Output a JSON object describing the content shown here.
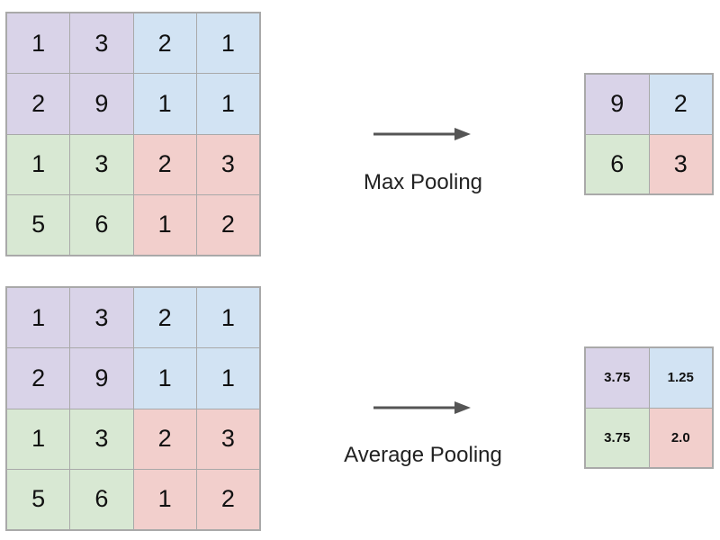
{
  "max_pooling": {
    "label": "Max Pooling",
    "input": [
      [
        "1",
        "3",
        "2",
        "1"
      ],
      [
        "2",
        "9",
        "1",
        "1"
      ],
      [
        "1",
        "3",
        "2",
        "3"
      ],
      [
        "5",
        "6",
        "1",
        "2"
      ]
    ],
    "output": [
      [
        "9",
        "2"
      ],
      [
        "6",
        "3"
      ]
    ]
  },
  "average_pooling": {
    "label": "Average Pooling",
    "input": [
      [
        "1",
        "3",
        "2",
        "1"
      ],
      [
        "2",
        "9",
        "1",
        "1"
      ],
      [
        "1",
        "3",
        "2",
        "3"
      ],
      [
        "5",
        "6",
        "1",
        "2"
      ]
    ],
    "output": [
      [
        "3.75",
        "1.25"
      ],
      [
        "3.75",
        "2.0"
      ]
    ]
  },
  "colors": {
    "top_left": "#d9d3e8",
    "top_right": "#d2e3f3",
    "bottom_left": "#d8e8d3",
    "bottom_right": "#f2cfcc",
    "grid_border": "#a9a9a9",
    "arrow": "#555555"
  },
  "icons": {
    "arrow": "right-arrow-icon"
  }
}
